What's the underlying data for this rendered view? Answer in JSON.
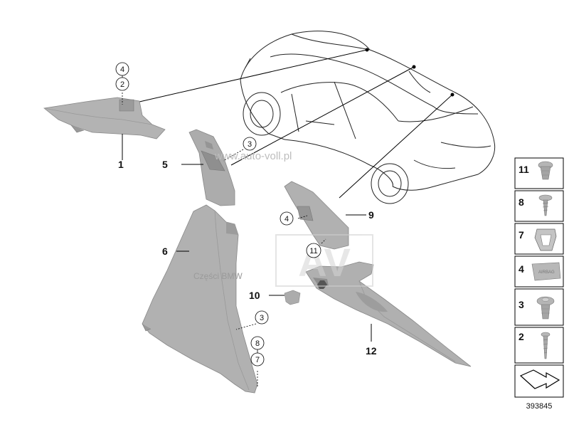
{
  "watermarks": {
    "url": "www.auto-voll.pl",
    "logo": "AV",
    "parts": "Części BMW"
  },
  "callouts": {
    "p1": "1",
    "p5": "5",
    "p6": "6",
    "p9": "9",
    "p10": "10",
    "p12": "12"
  },
  "circles": {
    "c4a": "4",
    "c2a": "2",
    "c3a": "3",
    "c4b": "4",
    "c11": "11",
    "c3b": "3",
    "c8": "8",
    "c7": "7"
  },
  "sidebar": {
    "items": [
      {
        "label": "11",
        "icon": "clip-icon"
      },
      {
        "label": "8",
        "icon": "screw-icon"
      },
      {
        "label": "7",
        "icon": "bracket-clip-icon"
      },
      {
        "label": "4",
        "icon": "airbag-badge-icon",
        "badge_text": "AIRBAG"
      },
      {
        "label": "3",
        "icon": "expansion-rivet-icon"
      },
      {
        "label": "2",
        "icon": "self-tapping-screw-icon"
      }
    ]
  },
  "reference_number": "393845",
  "colors": {
    "part_fill": "#a9a9a9",
    "part_light": "#c4c4c4",
    "part_dark": "#8e8e8e",
    "line": "#000000"
  }
}
